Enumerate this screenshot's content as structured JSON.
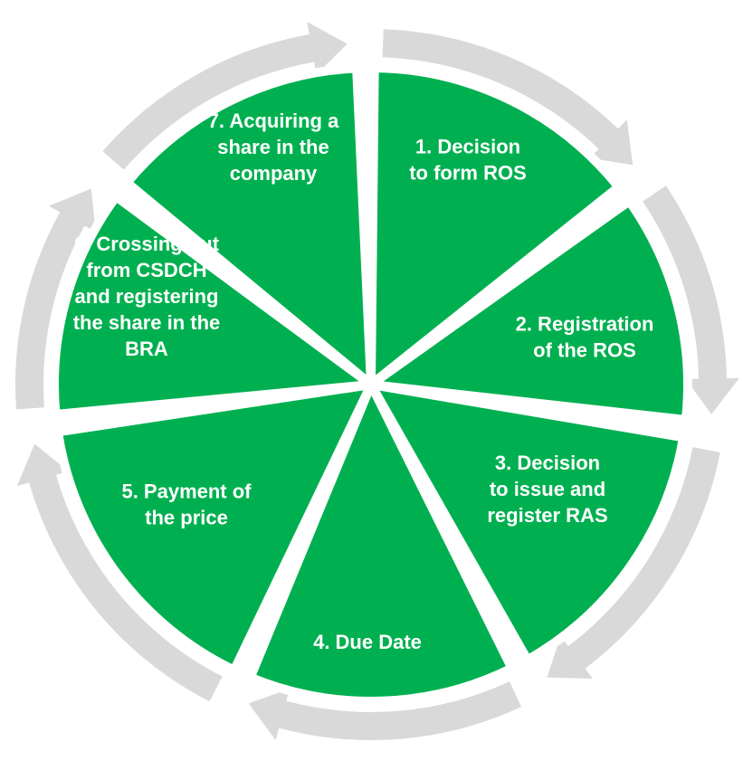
{
  "colors": {
    "segment_fill": "#00b050",
    "arrow_fill": "#d9d9d9",
    "label_text": "#ffffff",
    "background": "#ffffff"
  },
  "segments": [
    {
      "label_lines": [
        "1. Decision",
        "to form ROS"
      ]
    },
    {
      "label_lines": [
        "2. Registration",
        "of the ROS"
      ]
    },
    {
      "label_lines": [
        "3. Decision",
        "to issue and",
        "register RAS"
      ]
    },
    {
      "label_lines": [
        "4. Due Date"
      ]
    },
    {
      "label_lines": [
        "5. Payment of",
        "the price"
      ]
    },
    {
      "label_lines": [
        "6. Crossing out",
        "from CSDCH",
        "and registering",
        "the share in the",
        "BRA"
      ]
    },
    {
      "label_lines": [
        "7. Acquiring a",
        "share in the",
        "company"
      ]
    }
  ]
}
